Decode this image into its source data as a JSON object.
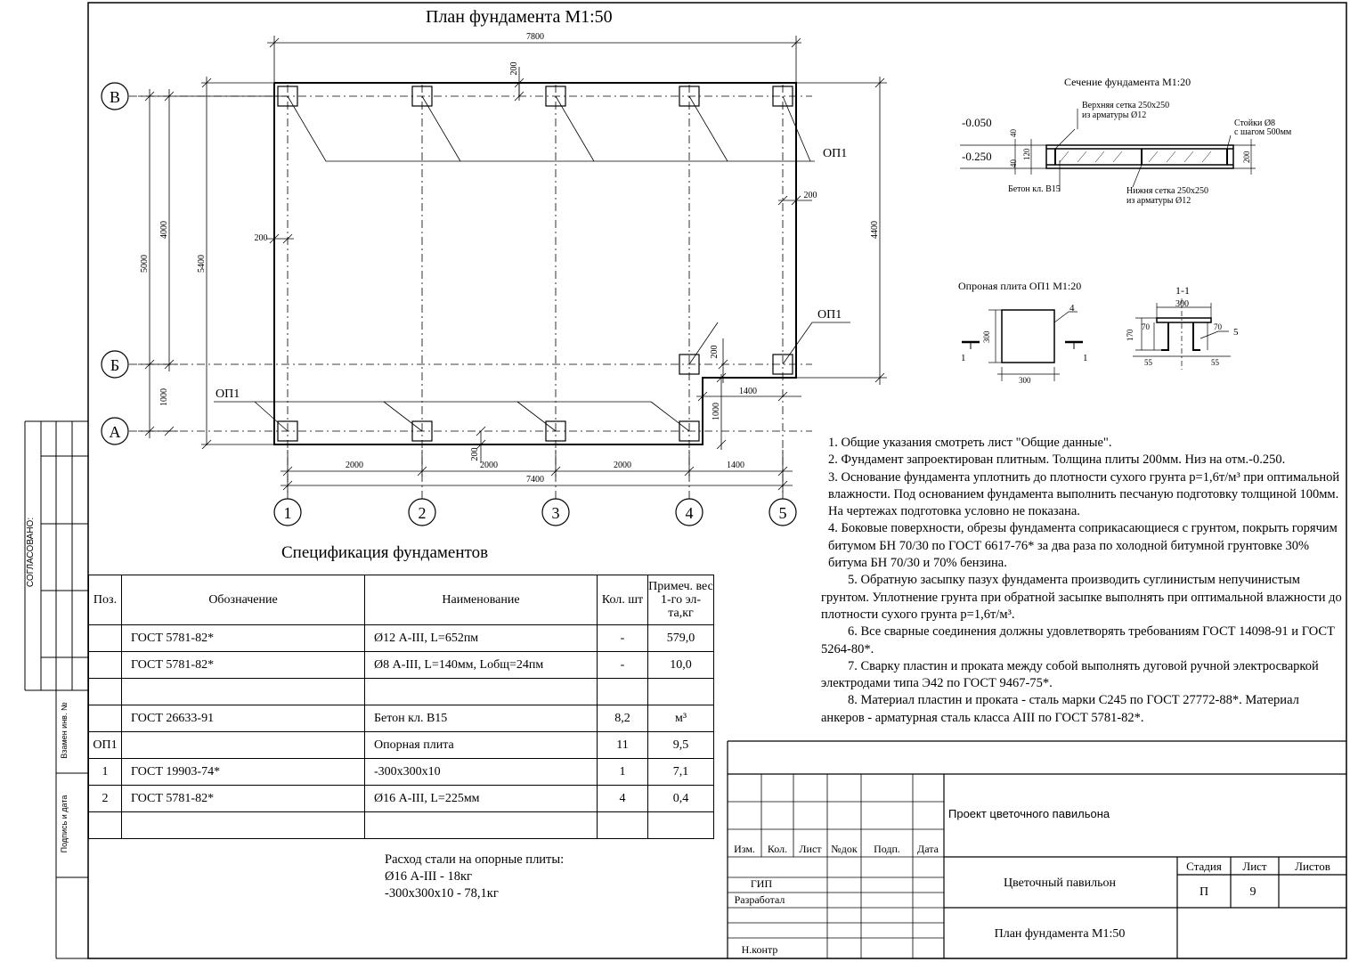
{
  "plan": {
    "title": "План фундамента М1:50",
    "axes_letters": [
      "В",
      "Б",
      "А"
    ],
    "axes_numbers": [
      "1",
      "2",
      "3",
      "4",
      "5"
    ],
    "dims": {
      "top_total": "7800",
      "top_offset": "200",
      "bottom_total": "7400",
      "bottom_spans": [
        "2000",
        "2000",
        "2000",
        "1400"
      ],
      "bottom_offset": "200",
      "left_5000": "5000",
      "left_4000": "4000",
      "left_5400": "5400",
      "left_1000": "1000",
      "left_offset": "200",
      "right_4400": "4400",
      "right_offset": "200",
      "notch_1400": "1400",
      "notch_1000": "1000",
      "notch_200": "200"
    },
    "labels": {
      "op1_a": "ОП1",
      "op1_b": "ОП1",
      "op1_c": "ОП1"
    }
  },
  "section": {
    "title": "Сечение фундамента М1:20",
    "top_mesh": [
      "Верхняя сетка 250х250",
      "из арматуры Ø12"
    ],
    "posts": [
      "Стойки Ø8",
      "с шагом 500мм"
    ],
    "concrete": "Бетон кл. В15",
    "bottom_mesh": [
      "Нижня сетка 250х250",
      "из арматуры Ø12"
    ],
    "level_top": "-0.050",
    "level_bottom": "-0.250",
    "dim_40a": "40",
    "dim_120": "120",
    "dim_40b": "40",
    "dim_200": "200"
  },
  "plate": {
    "title": "Опроная плита ОП1 М1:20",
    "dim_side": "300",
    "dim_bottom": "300",
    "callout": "4",
    "cut_mark": "1",
    "section_title": "1-1",
    "sec_dim_top": "300",
    "sec_dim_170": "170",
    "sec_dim_70a": "70",
    "sec_dim_70b": "70",
    "sec_dim_55a": "55",
    "sec_dim_55b": "55",
    "sec_callout": "5"
  },
  "notes": [
    "1. Общие указания смотреть лист \"Общие данные\".",
    "2. Фундамент запроектирован плитным. Толщина плиты 200мм. Низ на отм.-0.250.",
    "3. Основание фундамента уплотнить до плотности сухого грунта  р=1,6т/м³  при оптимальной влажности. Под основанием фундамента выполнить песчаную подготовку толщиной 100мм. На чертежах подготовка условно не показана.",
    "4. Боковые поверхности, обрезы фундамента соприкасающиеся с грунтом, покрыть горячим битумом БН 70/30 по ГОСТ 6617-76* за два раза по холодной битумной грунтовке 30% битума БН 70/30 и 70% бензина.",
    "5. Обратную засыпку пазух фундамента производить суглинистым непучинистым грунтом. Уплотнение грунта при обратной засыпке выполнять  при оптимальной влажности до плотности сухого грунта р=1,6т/м³.",
    "6. Все сварные соединения должны удовлетворять требованиям ГОСТ  14098-91 и ГОСТ 5264-80*.",
    "7. Сварку пластин и проката между собой выполнять дуговой ручной электросваркой электродами типа Э42 по ГОСТ 9467-75*.",
    "8. Материал пластин и проката - сталь марки С245 по ГОСТ 27772-88*. Материал анкеров - арматурная сталь класса АIII по ГОСТ 5781-82*."
  ],
  "spec": {
    "title": "Спецификация фундаментов",
    "headers": [
      "Поз.",
      "Обозначение",
      "Наименование",
      "Кол. шт",
      "Примеч. вес 1-го эл-та,кг"
    ],
    "rows": [
      [
        "",
        "ГОСТ 5781-82*",
        "Ø12 А-III, L=652пм",
        "-",
        "579,0"
      ],
      [
        "",
        "ГОСТ 5781-82*",
        "Ø8 А-III, L=140мм, Lобщ=24пм",
        "-",
        "10,0"
      ],
      [
        "",
        "",
        "",
        "",
        ""
      ],
      [
        "",
        "ГОСТ 26633-91",
        "Бетон кл. В15",
        "8,2",
        "м³"
      ],
      [
        "ОП1",
        "",
        "Опорная плита",
        "11",
        "9,5"
      ],
      [
        "1",
        "ГОСТ 19903-74*",
        "-300х300х10",
        "1",
        "7,1"
      ],
      [
        "2",
        "ГОСТ 5781-82*",
        "Ø16 А-III, L=225мм",
        "4",
        "0,4"
      ],
      [
        "",
        "",
        "",
        "",
        ""
      ]
    ]
  },
  "consumption": [
    "Расход стали на опорные плиты:",
    "Ø16 А-III - 18кг",
    "-300х300х10 - 78,1кг"
  ],
  "stamp": {
    "project": "Проект цветочного павильона",
    "object": "Цветочный павильон",
    "sheet_title": "План фундамента М1:50",
    "cols": [
      "Изм.",
      "Кол.",
      "Лист",
      "№док",
      "Подп.",
      "Дата"
    ],
    "roles": [
      "ГИП",
      "Разработал",
      "Н.контр"
    ],
    "stage_label": "Стадия",
    "sheet_label": "Лист",
    "sheets_label": "Листов",
    "stage": "П",
    "sheet": "9"
  },
  "side": {
    "agreed": "СОГЛАСОВАНО:",
    "replace": "Взамен инв. №",
    "sign": "Подпись и дата"
  }
}
